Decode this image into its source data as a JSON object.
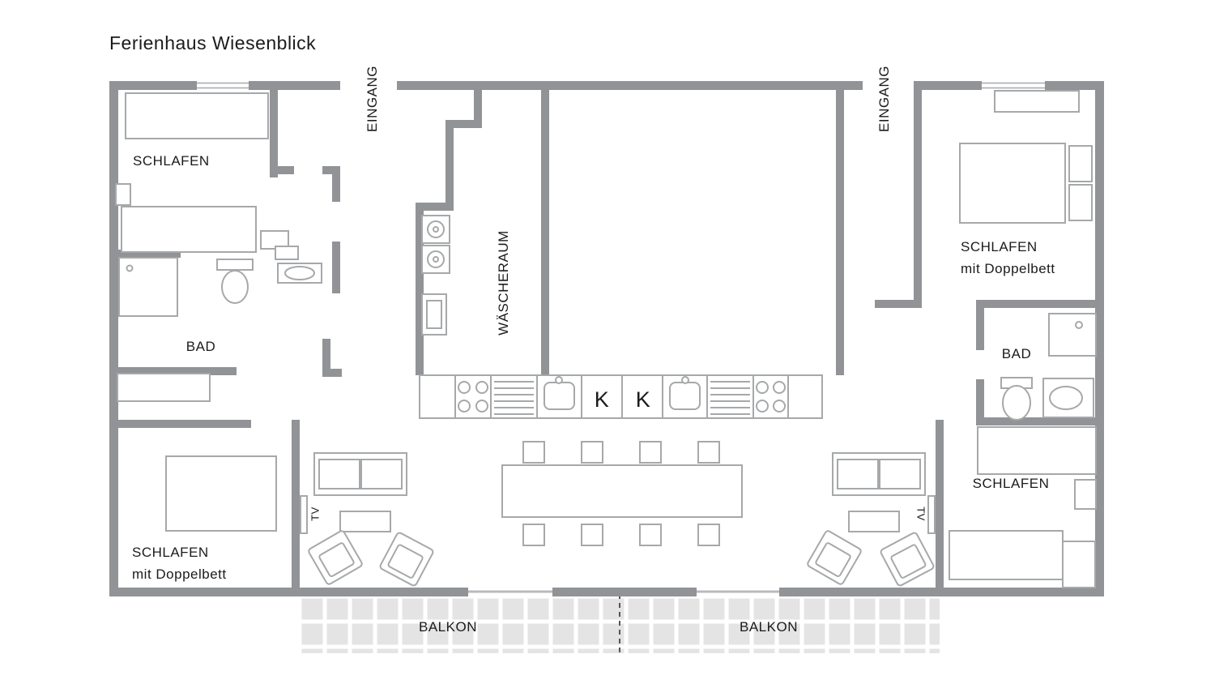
{
  "title": "Ferienhaus Wiesenblick",
  "colors": {
    "wall": "#919396",
    "furniture_stroke": "#a6a8aa",
    "tile": "#e4e4e4",
    "text": "#1b1b1b"
  },
  "rooms": {
    "schlafen_top_left": {
      "label": "SCHLAFEN"
    },
    "bad_left": {
      "label": "BAD"
    },
    "schlafen_bottom_left": {
      "label": "SCHLAFEN",
      "sublabel": "mit Doppelbett"
    },
    "waescheraum": {
      "label": "WÄSCHERAUM"
    },
    "schlafen_top_right": {
      "label": "SCHLAFEN",
      "sublabel": "mit Doppelbett"
    },
    "bad_right": {
      "label": "BAD"
    },
    "schlafen_bottom_right": {
      "label": "SCHLAFEN"
    }
  },
  "entrances": {
    "left": "EINGANG",
    "right": "EINGANG"
  },
  "kitchen": {
    "k_left": "K",
    "k_right": "K"
  },
  "tv": {
    "left": "TV",
    "right": "TV"
  },
  "balconies": {
    "left": "BALKON",
    "right": "BALKON"
  }
}
